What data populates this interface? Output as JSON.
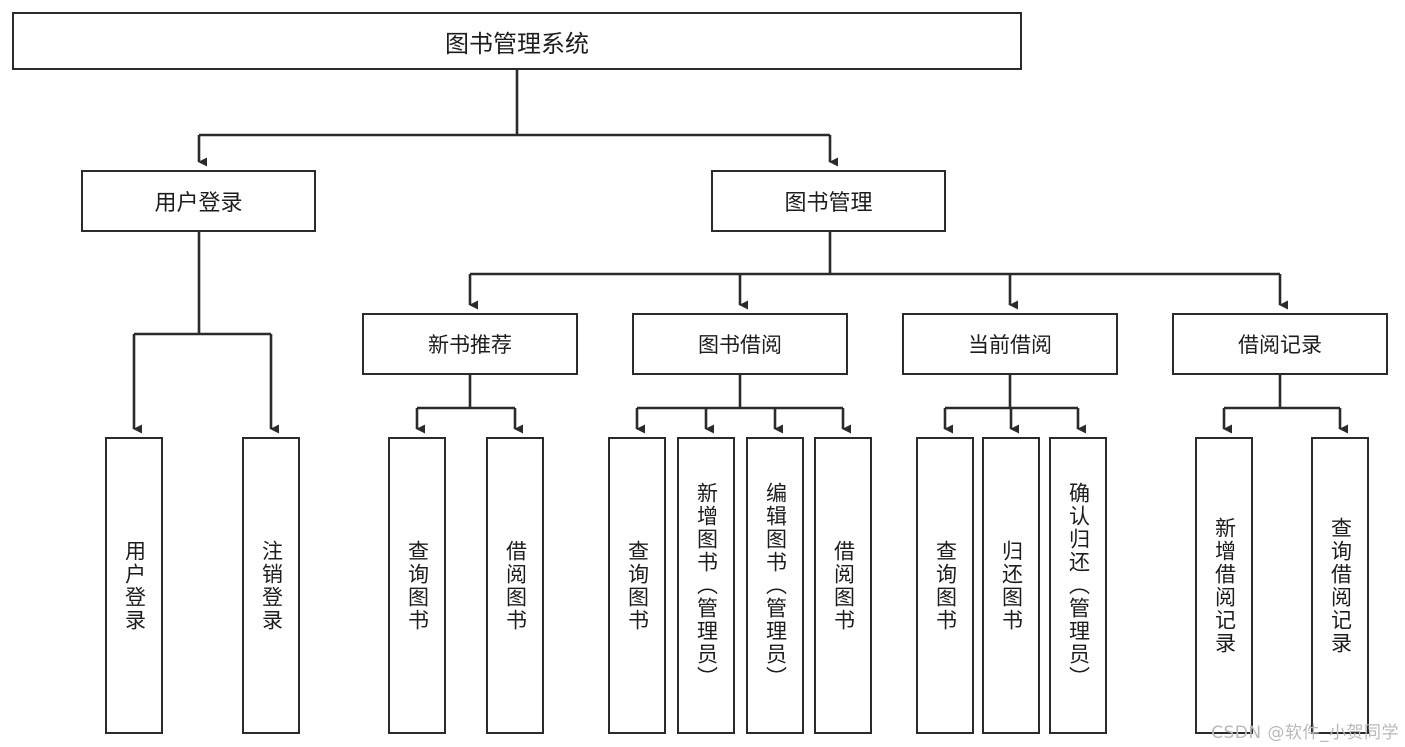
{
  "diagram": {
    "title": "图书管理系统",
    "root": {
      "label": "图书管理系统"
    },
    "level2": [
      {
        "label": "用户登录"
      },
      {
        "label": "图书管理"
      }
    ],
    "level3": [
      {
        "label": "新书推荐"
      },
      {
        "label": "图书借阅"
      },
      {
        "label": "当前借阅"
      },
      {
        "label": "借阅记录"
      }
    ],
    "leaves": {
      "user_login": [
        {
          "label": "用户登录"
        },
        {
          "label": "注销登录"
        }
      ],
      "new_book_recommend": [
        {
          "label": "查询图书"
        },
        {
          "label": "借阅图书"
        }
      ],
      "book_borrow": [
        {
          "label": "查询图书"
        },
        {
          "label": "新增图书（管理员）"
        },
        {
          "label": "编辑图书（管理员）"
        },
        {
          "label": "借阅图书"
        }
      ],
      "current_borrow": [
        {
          "label": "查询图书"
        },
        {
          "label": "归还图书"
        },
        {
          "label": "确认归还（管理员）"
        }
      ],
      "borrow_record": [
        {
          "label": "新增借阅记录"
        },
        {
          "label": "查询借阅记录"
        }
      ]
    }
  },
  "watermark": {
    "text": "CSDN @软件_小贺同学"
  },
  "colors": {
    "stroke": "#2b2b2b",
    "text": "#1d1d1d",
    "background": "#ffffff",
    "watermark": "#b9b9b9"
  }
}
